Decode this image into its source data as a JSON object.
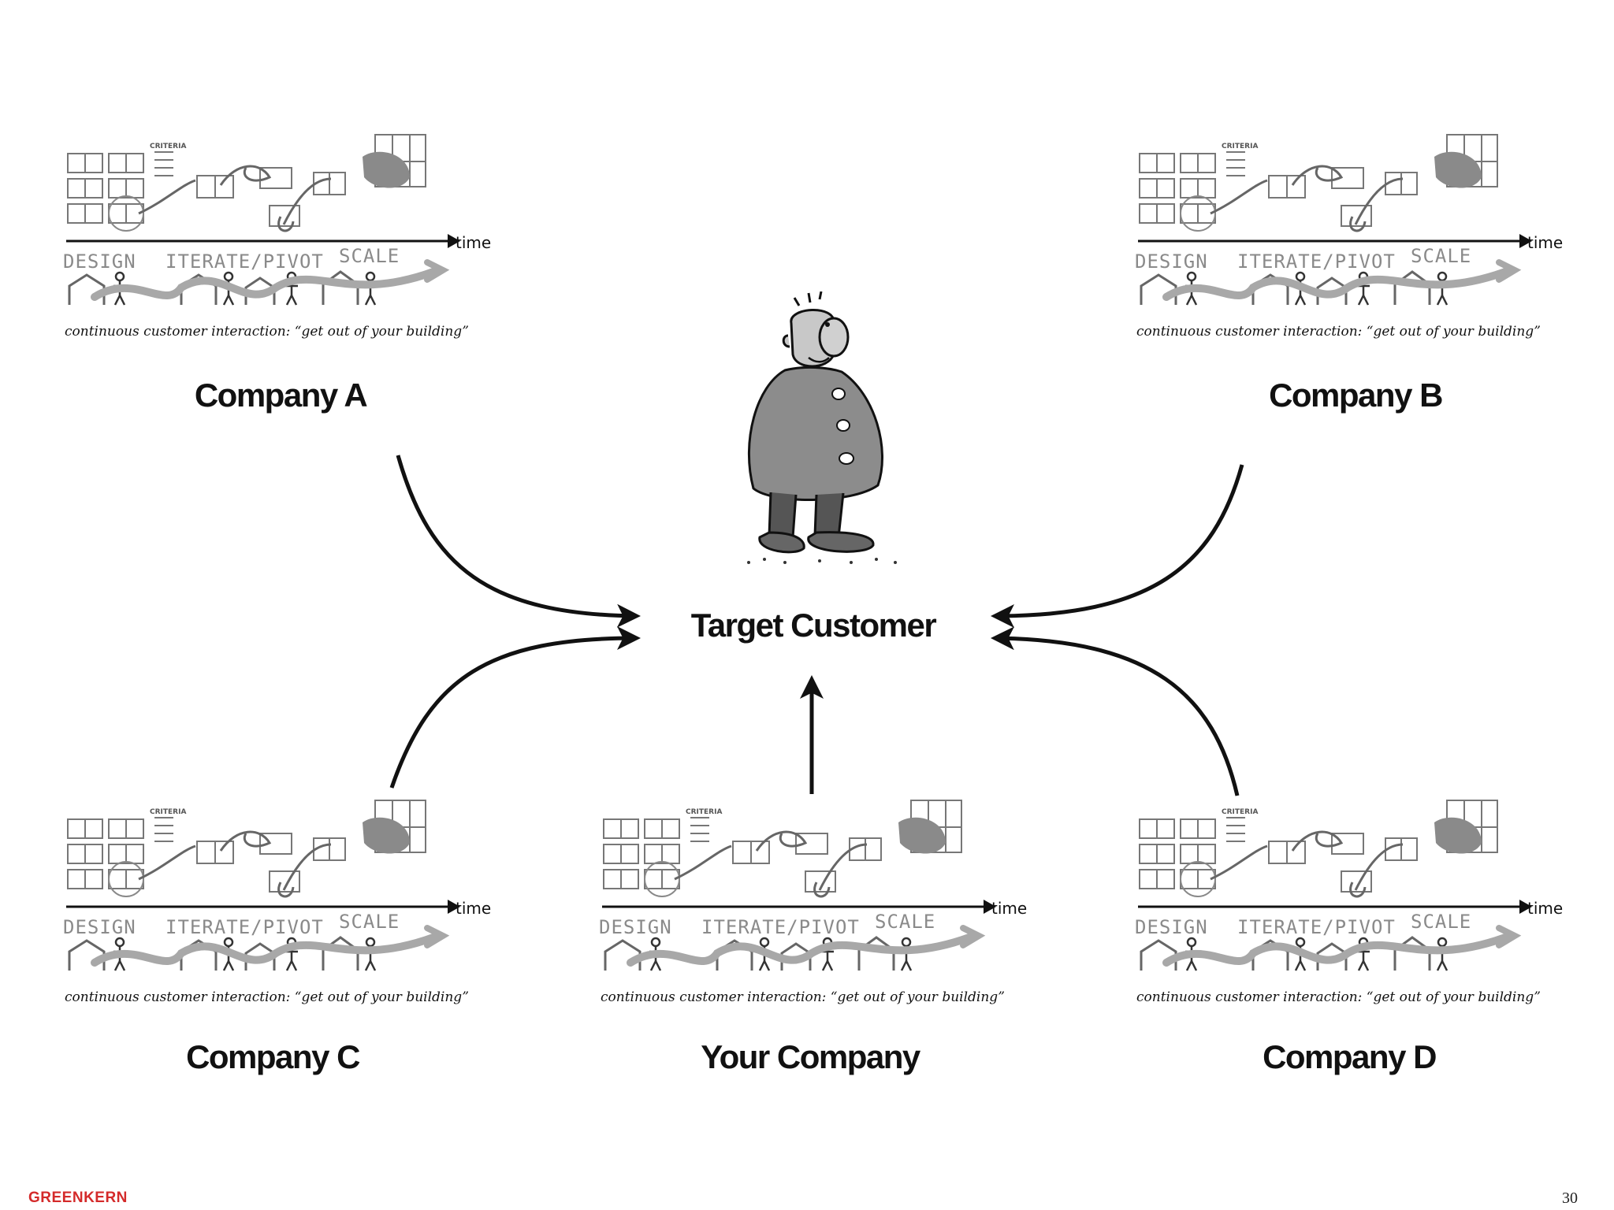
{
  "panel": {
    "criteria": "CRITERIA",
    "design": "DESIGN",
    "iterate": "ITERATE/PIVOT",
    "scale": "SCALE",
    "time": "time",
    "caption": "continuous customer interaction: “get out of your building”"
  },
  "companies": {
    "a": "Company A",
    "b": "Company B",
    "c": "Company C",
    "yours": "Your Company",
    "d": "Company D"
  },
  "target": "Target Customer",
  "footer": {
    "brand": "GREENKERN",
    "page": "30"
  },
  "colors": {
    "brand": "#d42a2a",
    "sketch_gray": "#8a8a8a"
  }
}
